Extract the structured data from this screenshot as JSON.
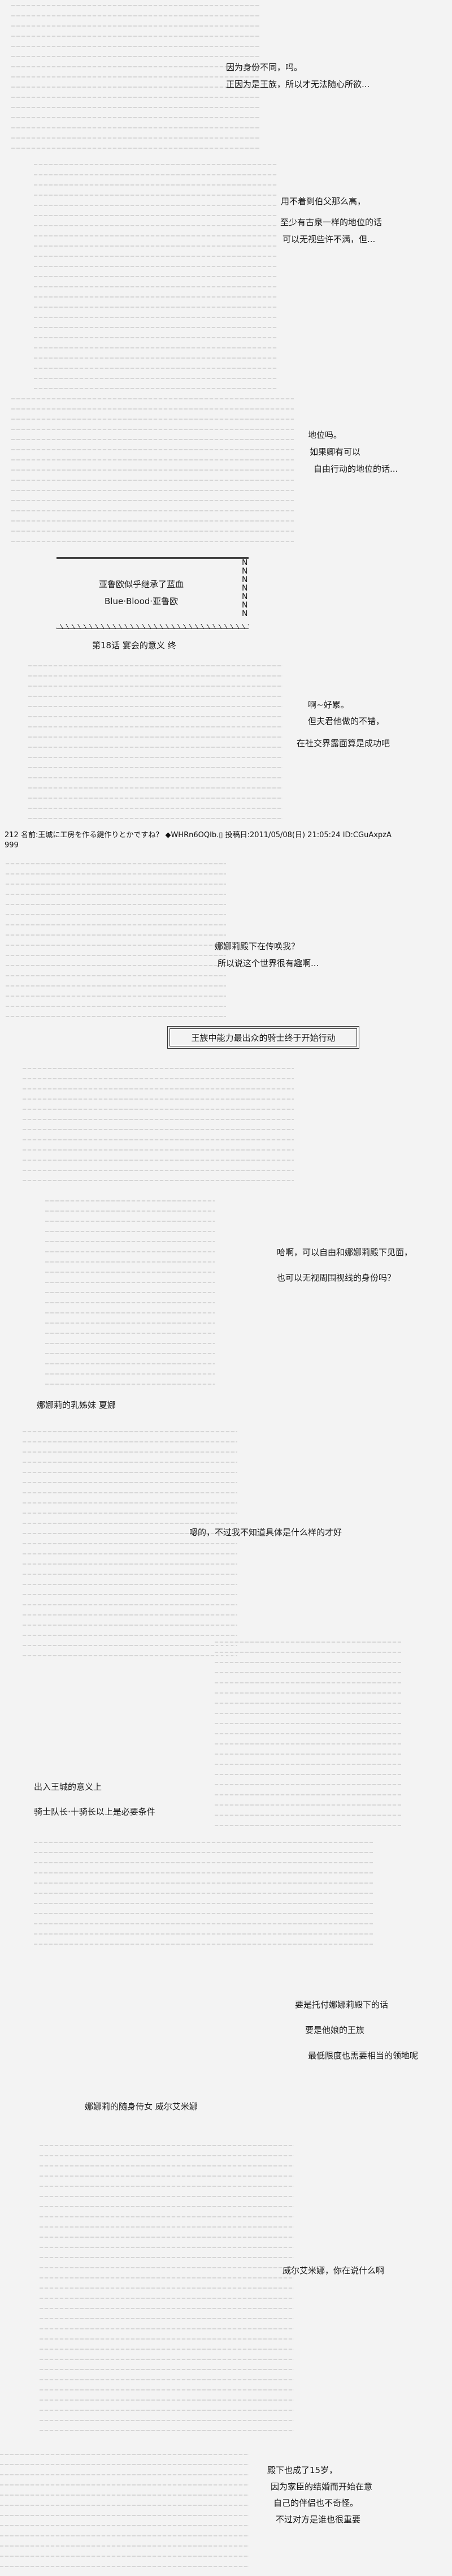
{
  "panels": [
    {
      "lines": [
        "因为身份不同，吗。",
        "正因为是王族，所以才无法随心所欲..."
      ]
    },
    {
      "lines": [
        "用不着到伯父那么高，",
        "至少有古泉一样的地位的话",
        "可以无视些许不满，但..."
      ]
    },
    {
      "lines": [
        "地位吗。",
        "如果卿有可以",
        "自由行动的地位的话..."
      ]
    },
    {
      "lines": [
        "啊~好累。",
        "但夫君他做的不错，",
        "在社交界露面算是成功吧"
      ]
    },
    {
      "lines": [
        "娜娜莉殿下在传唤我？",
        "所以说这个世界很有趣啊..."
      ]
    },
    {
      "lines": [
        "哈啊，可以自由和娜娜莉殿下见面，",
        "也可以无视周围视线的身份吗？"
      ]
    },
    {
      "lines": [
        "嗯的，不过我不知道具体是什么样的才好"
      ]
    },
    {
      "lines": [
        "出入王城的意义上",
        "骑士队长·十骑长以上是必要条件"
      ]
    },
    {
      "lines": [
        "要是托付娜娜莉殿下的话",
        "要是他娘的王族",
        "最低限度也需要相当的领地呢"
      ]
    },
    {
      "lines": [
        "威尔艾米娜，你在说什么啊"
      ]
    },
    {
      "lines": [
        "殿下也成了15岁，",
        "因为家臣的结婚而开始在意",
        "自己的伴侣也不奇怪。",
        "不过对方是谁也很重要"
      ]
    }
  ],
  "ending_box": {
    "lines": [
      "亚鲁欧似乎继承了蓝血",
      "Blue·Blood·亚鲁欧"
    ],
    "n_column": [
      "N",
      "N",
      "N",
      "N",
      "N",
      "N",
      "N"
    ],
    "chapter_end": "第18话  宴会的意义  终"
  },
  "post_header": {
    "text": "212 名前:王城に工房を作る鍵作りとかですね？ ◆WHRn6OQIb.▯ 投稿日:2011/05/08(日) 21:05:24 ID:CGuAxpzA",
    "text2": "999"
  },
  "title_box": "王族中能力最出众的骑士终于开始行动",
  "captions": {
    "shana": "娜娜莉的乳姊妹  夏娜",
    "wilhelmina": "娜娜莉的随身侍女  威尔艾米娜"
  }
}
